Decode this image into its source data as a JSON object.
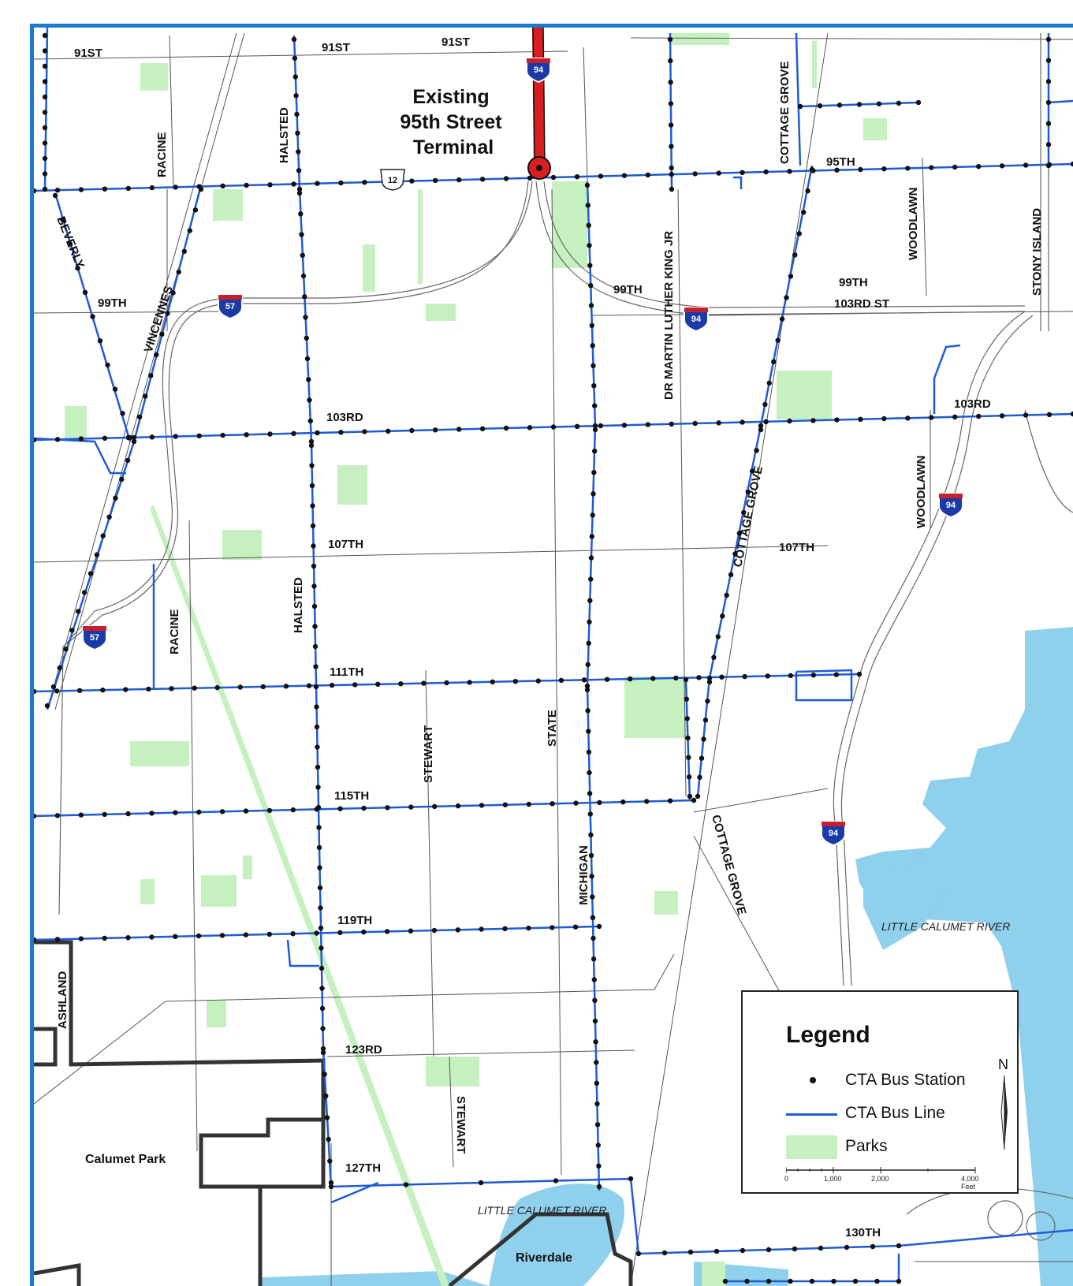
{
  "map": {
    "terminal_label": [
      "Existing",
      "95th Street",
      "Terminal"
    ],
    "streets_horizontal": [
      {
        "key": "st91_a",
        "label": "91ST"
      },
      {
        "key": "st91_b",
        "label": "91ST"
      },
      {
        "key": "st91_c",
        "label": "91ST"
      },
      {
        "key": "st95",
        "label": "95TH"
      },
      {
        "key": "st99_a",
        "label": "99TH"
      },
      {
        "key": "st99_b",
        "label": "99TH"
      },
      {
        "key": "st99_c",
        "label": "99TH"
      },
      {
        "key": "st103st",
        "label": "103RD ST"
      },
      {
        "key": "st103_a",
        "label": "103RD"
      },
      {
        "key": "st103_b",
        "label": "103RD"
      },
      {
        "key": "st107_a",
        "label": "107TH"
      },
      {
        "key": "st107_b",
        "label": "107TH"
      },
      {
        "key": "st111",
        "label": "111TH"
      },
      {
        "key": "st115",
        "label": "115TH"
      },
      {
        "key": "st119",
        "label": "119TH"
      },
      {
        "key": "st123",
        "label": "123RD"
      },
      {
        "key": "st127",
        "label": "127TH"
      },
      {
        "key": "st130",
        "label": "130TH"
      }
    ],
    "streets_vertical": [
      {
        "key": "racine_a",
        "label": "RACINE"
      },
      {
        "key": "racine_b",
        "label": "RACINE"
      },
      {
        "key": "halsted_a",
        "label": "HALSTED"
      },
      {
        "key": "halsted_b",
        "label": "HALSTED"
      },
      {
        "key": "mlk",
        "label": "DR MARTIN LUTHER KING JR"
      },
      {
        "key": "cottage_a",
        "label": "COTTAGE GROVE"
      },
      {
        "key": "cottage_b",
        "label": "COTTAGE GROVE"
      },
      {
        "key": "cottage_c",
        "label": "COTTAGE GROVE"
      },
      {
        "key": "woodlawn_a",
        "label": "WOODLAWN"
      },
      {
        "key": "woodlawn_b",
        "label": "WOODLAWN"
      },
      {
        "key": "stony",
        "label": "STONY ISLAND"
      },
      {
        "key": "beverly",
        "label": "BEVERLY"
      },
      {
        "key": "vincennes",
        "label": "VINCENNES"
      },
      {
        "key": "stewart_a",
        "label": "STEWART"
      },
      {
        "key": "stewart_b",
        "label": "STEWART"
      },
      {
        "key": "state",
        "label": "STATE"
      },
      {
        "key": "michigan",
        "label": "MICHIGAN"
      },
      {
        "key": "ashland",
        "label": "ASHLAND"
      }
    ],
    "highway_shields": [
      {
        "key": "i94_a",
        "label": "94"
      },
      {
        "key": "i94_b",
        "label": "94"
      },
      {
        "key": "i94_c",
        "label": "94"
      },
      {
        "key": "i94_d",
        "label": "94"
      },
      {
        "key": "i57_a",
        "label": "57"
      },
      {
        "key": "i57_b",
        "label": "57"
      },
      {
        "key": "us12",
        "label": "12"
      }
    ],
    "rivers": [
      "LITTLE CALUMET RIVER",
      "LITTLE CALUMET RIVER"
    ],
    "places": [
      "Calumet Park",
      "Riverdale"
    ],
    "colors": {
      "bus_line": "#1e5bd6",
      "bus_station": "#111111",
      "park": "#c6f0bf",
      "water": "#8fd0ec",
      "red_line": "#d81e1e",
      "boundary": "#333333",
      "frame": "#1e7ac8"
    }
  },
  "legend": {
    "title": "Legend",
    "items": [
      {
        "symbol": "dot",
        "label": "CTA Bus Station"
      },
      {
        "symbol": "line",
        "label": "CTA Bus Line"
      },
      {
        "symbol": "park",
        "label": "Parks"
      }
    ],
    "north": "N",
    "scale_labels": [
      "0",
      "1,000",
      "2,000",
      "4,000 Feet"
    ]
  }
}
